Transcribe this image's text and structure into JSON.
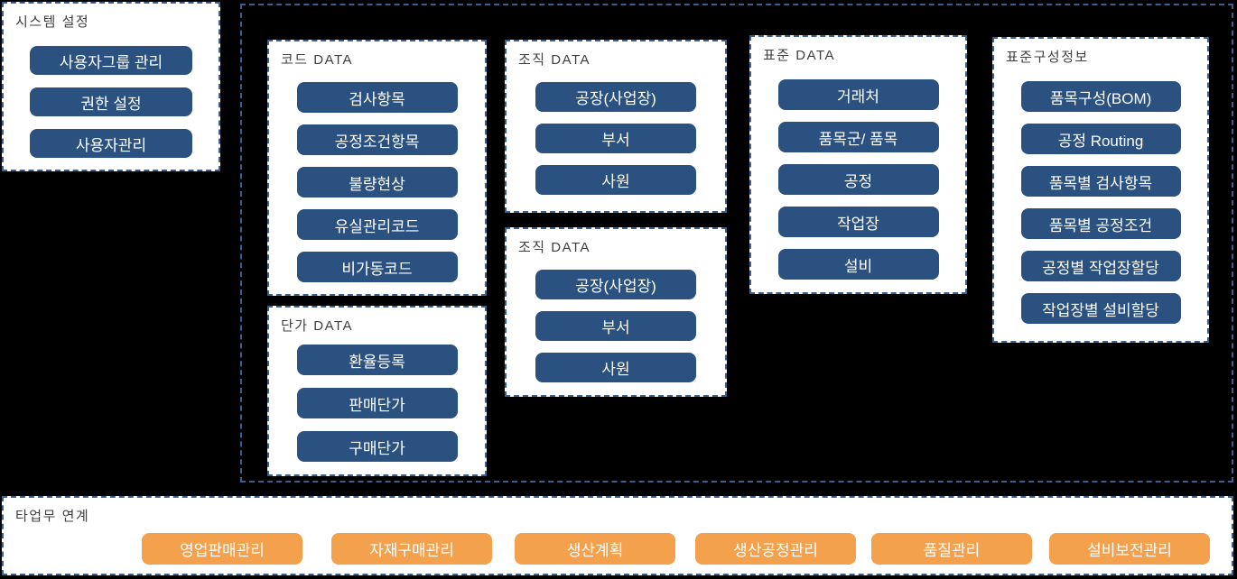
{
  "colors": {
    "background": "#000000",
    "dashed_border": "#3b5f8e",
    "panel_bg": "#ffffff",
    "blue_button": "#2a517f",
    "orange_button": "#f4a14e",
    "button_text": "#ffffff",
    "title_text": "#3f3f3f"
  },
  "system_settings": {
    "title": "시스템 설정",
    "buttons": [
      "사용자그룹 관리",
      "권한 설정",
      "사용자관리"
    ]
  },
  "master_area": {
    "panels": [
      {
        "title": "코드 DATA",
        "buttons": [
          "검사항목",
          "공정조건항목",
          "불량현상",
          "유실관리코드",
          "비가동코드"
        ]
      },
      {
        "title": "단가 DATA",
        "buttons": [
          "환율등록",
          "판매단가",
          "구매단가"
        ]
      },
      {
        "title": "조직 DATA",
        "buttons": [
          "공장(사업장)",
          "부서",
          "사원"
        ]
      },
      {
        "title": "조직 DATA",
        "buttons": [
          "공장(사업장)",
          "부서",
          "사원"
        ]
      },
      {
        "title": "표준 DATA",
        "buttons": [
          "거래처",
          "품목군/ 품목",
          "공정",
          "작업장",
          "설비"
        ]
      },
      {
        "title": "표준구성정보",
        "buttons": [
          "품목구성(BOM)",
          "공정 Routing",
          "품목별 검사항목",
          "품목별 공정조건",
          "공정별 작업장할당",
          "작업장별 설비할당"
        ]
      }
    ]
  },
  "integration": {
    "title": "타업무 연계",
    "buttons": [
      "영업판매관리",
      "자재구매관리",
      "생산계획",
      "생산공정관리",
      "품질관리",
      "설비보전관리"
    ]
  }
}
